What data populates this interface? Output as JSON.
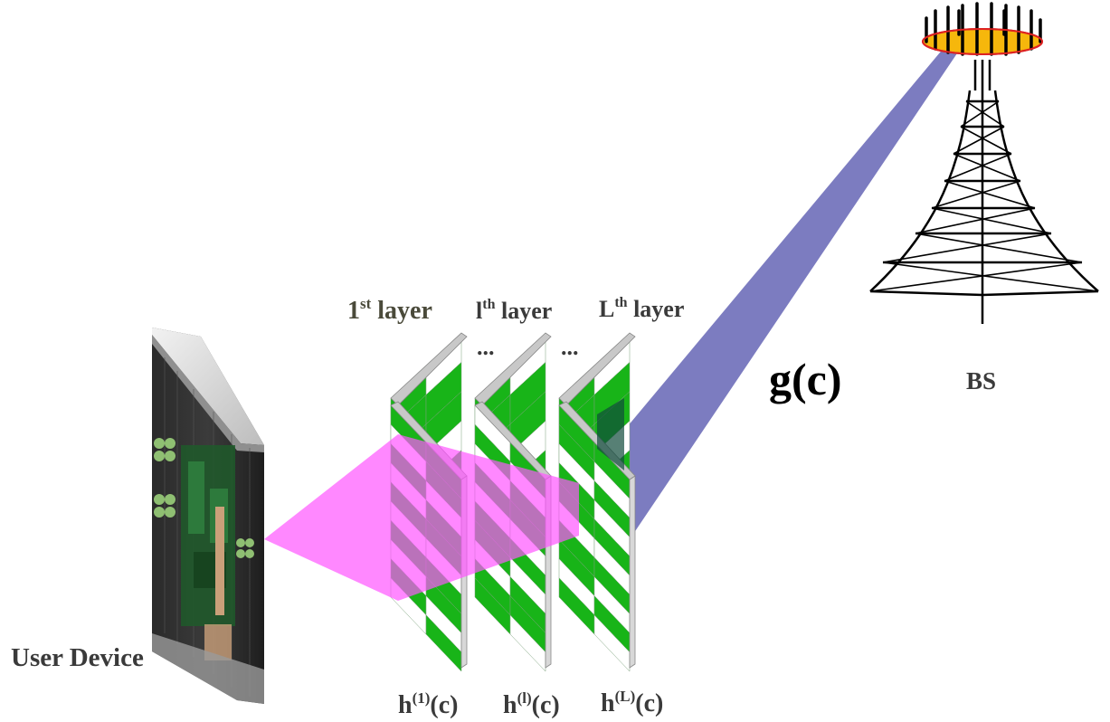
{
  "labels": {
    "user_device": "User Device",
    "bs": "BS",
    "channel_g": "g(c)",
    "ellipsis": "..."
  },
  "layers": [
    {
      "title_base": "1",
      "title_sup": "st",
      "title_rest": " layer",
      "h_base": "h",
      "h_sup": "(1)",
      "h_rest": "(c)"
    },
    {
      "title_base": "l",
      "title_sup": "th",
      "title_rest": " layer",
      "h_base": "h",
      "h_sup": "(l)",
      "h_rest": "(c)"
    },
    {
      "title_base": "L",
      "title_sup": "th",
      "title_rest": " layer",
      "h_base": "h",
      "h_sup": "(L)",
      "h_rest": "(c)"
    }
  ],
  "colors": {
    "green_cell": "#18b418",
    "white_cell": "#ffffff",
    "panel_edge": "#c8c8c8",
    "user_beam": "#ff55ff",
    "bs_beam": "#6e6eb9",
    "antenna_ring": "#f6b70c",
    "text_dark": "#3a3a3a",
    "text_title_first": "#4a4a3a"
  }
}
